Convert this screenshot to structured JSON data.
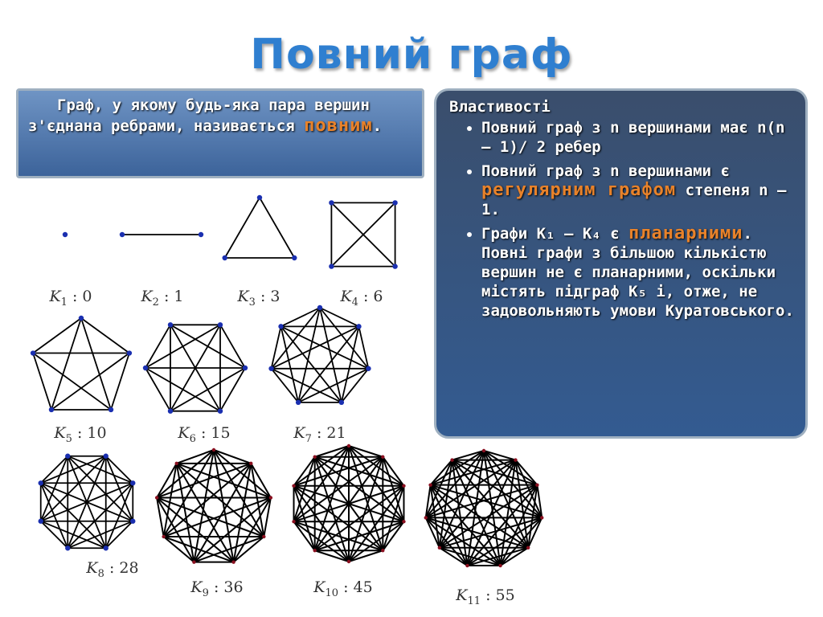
{
  "title": "Повний граф",
  "definition": {
    "text_before": "Граф, у якому будь-яка пара вершин з'єднана ребрами, називається ",
    "highlight": "повним",
    "text_after": "."
  },
  "properties": {
    "heading": "Властивості",
    "items": [
      {
        "p1": "Повний граф з n вершинами має n(n – 1)/ 2 ребер",
        "hl": "",
        "p2": ""
      },
      {
        "p1": "Повний граф з n вершинами є ",
        "hl": "регулярним графом",
        "p2": " степеня n – 1."
      },
      {
        "p1": "Графи K₁ — K₄ є ",
        "hl": "планарними",
        "p2": ". Повні графи з більшою кількістю вершин не є планарними, оскільки містять підграф K₅ і, отже, не задовольняють умови Куратовського."
      }
    ]
  },
  "graphs": [
    {
      "n": 1,
      "label": "K",
      "sub": "1",
      "edges": "0"
    },
    {
      "n": 2,
      "label": "K",
      "sub": "2",
      "edges": "1"
    },
    {
      "n": 3,
      "label": "K",
      "sub": "3",
      "edges": "3"
    },
    {
      "n": 4,
      "label": "K",
      "sub": "4",
      "edges": "6"
    },
    {
      "n": 5,
      "label": "K",
      "sub": "5",
      "edges": "10"
    },
    {
      "n": 6,
      "label": "K",
      "sub": "6",
      "edges": "15"
    },
    {
      "n": 7,
      "label": "K",
      "sub": "7",
      "edges": "21"
    },
    {
      "n": 8,
      "label": "K",
      "sub": "8",
      "edges": "28"
    },
    {
      "n": 9,
      "label": "K",
      "sub": "9",
      "edges": "36"
    },
    {
      "n": 10,
      "label": "K",
      "sub": "10",
      "edges": "45"
    },
    {
      "n": 11,
      "label": "K",
      "sub": "11",
      "edges": "55"
    }
  ],
  "colors": {
    "vertex_blue": "#1a2fb0",
    "vertex_red": "#8b1020",
    "edge": "#000000"
  }
}
